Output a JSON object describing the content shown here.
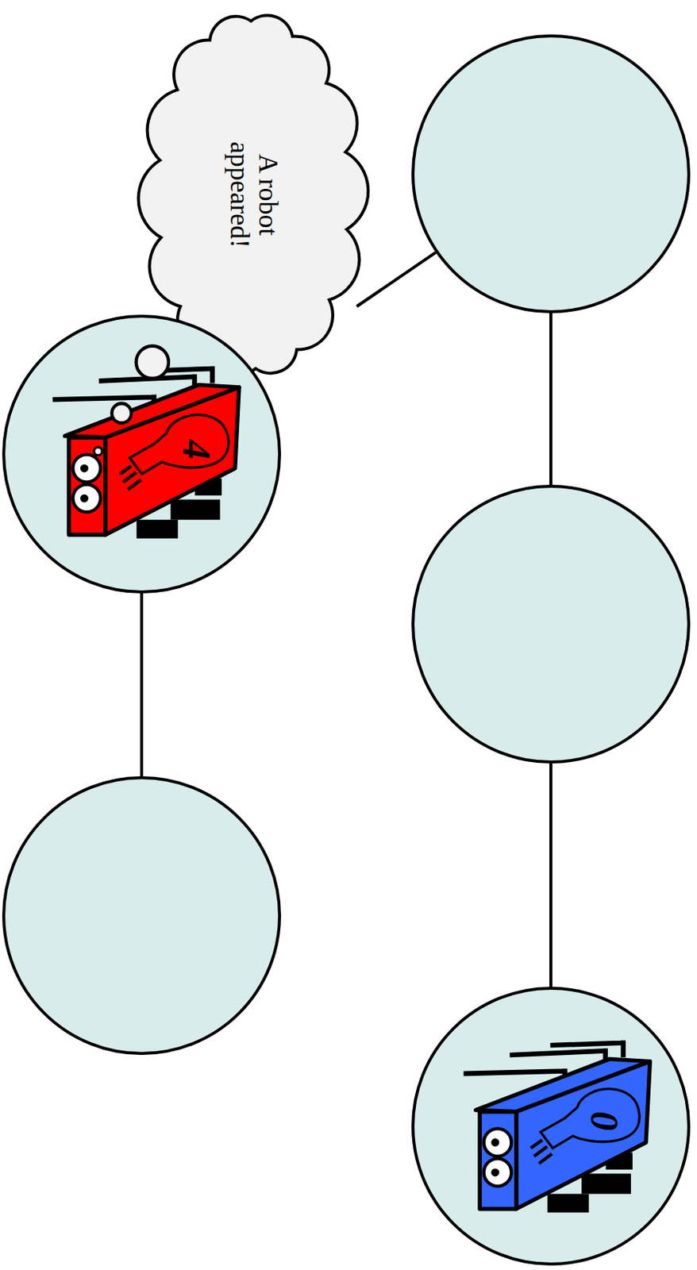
{
  "diagram": {
    "nodes": [
      {
        "text": [
          "A robot appeared!"
        ]
      },
      {
        "text": []
      },
      {
        "text": [
          "4"
        ]
      },
      {
        "text": []
      },
      {
        "text": []
      },
      {
        "text": [
          "0"
        ]
      }
    ],
    "edges": [
      {
        "from": 0,
        "to": 1,
        "arrow": "none"
      },
      {
        "from": 2,
        "to": 3,
        "arrow": "none"
      },
      {
        "from": 1,
        "to": 4,
        "arrow": "none"
      },
      {
        "from": 4,
        "to": 5,
        "arrow": "none"
      }
    ]
  }
}
